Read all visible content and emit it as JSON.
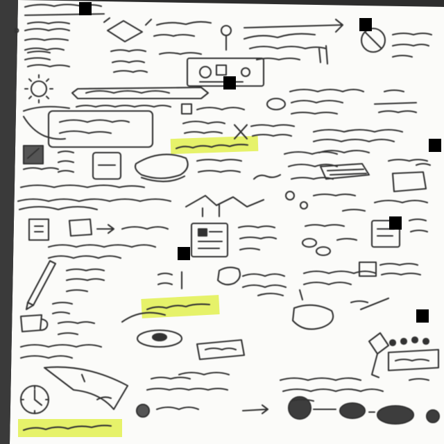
{
  "page": {
    "kind": "hand-drawn sketch notes sheet, photographed at a slight angle",
    "ink_color": "#333333",
    "paper_color": "#fbfbf9",
    "background_color": "#2d2d2d",
    "highlight_color": "#e6f26a",
    "occlusion_color": "#000000"
  },
  "regions": [
    {
      "id": "r01",
      "kind": "title-note"
    },
    {
      "id": "r02",
      "kind": "bullet-list"
    },
    {
      "id": "r03",
      "kind": "doodle-diamond"
    },
    {
      "id": "r04",
      "kind": "doodle-pin-and-scribble"
    },
    {
      "id": "r05",
      "kind": "doodle-arrow-scribble"
    },
    {
      "id": "r06",
      "kind": "doodle-no-sign"
    },
    {
      "id": "r07",
      "kind": "text-block"
    },
    {
      "id": "r08",
      "kind": "boxed-diagram"
    },
    {
      "id": "r09",
      "kind": "doodle-sun"
    },
    {
      "id": "r10",
      "kind": "arrow-banner"
    },
    {
      "id": "r11",
      "kind": "mixed-doodles"
    },
    {
      "id": "r12",
      "kind": "highlighted-heading"
    },
    {
      "id": "r13",
      "kind": "doodle-x-marks"
    },
    {
      "id": "r14",
      "kind": "text-block"
    },
    {
      "id": "r15",
      "kind": "icon-boxes"
    },
    {
      "id": "r16",
      "kind": "doodle-bowl-and-bricks"
    },
    {
      "id": "r17",
      "kind": "divider-scribble"
    },
    {
      "id": "r18",
      "kind": "document-icon-with-notes"
    },
    {
      "id": "r19",
      "kind": "highlighted-heading"
    },
    {
      "id": "r20",
      "kind": "doodle-shield-pencil"
    },
    {
      "id": "r21",
      "kind": "doodle-cup-and-plate"
    },
    {
      "id": "r22",
      "kind": "doodle-dial-and-arc"
    },
    {
      "id": "r23",
      "kind": "doodle-circles-row"
    },
    {
      "id": "r24",
      "kind": "highlighted-heading"
    },
    {
      "id": "r25",
      "kind": "doodle-bag-and-arrow"
    }
  ]
}
